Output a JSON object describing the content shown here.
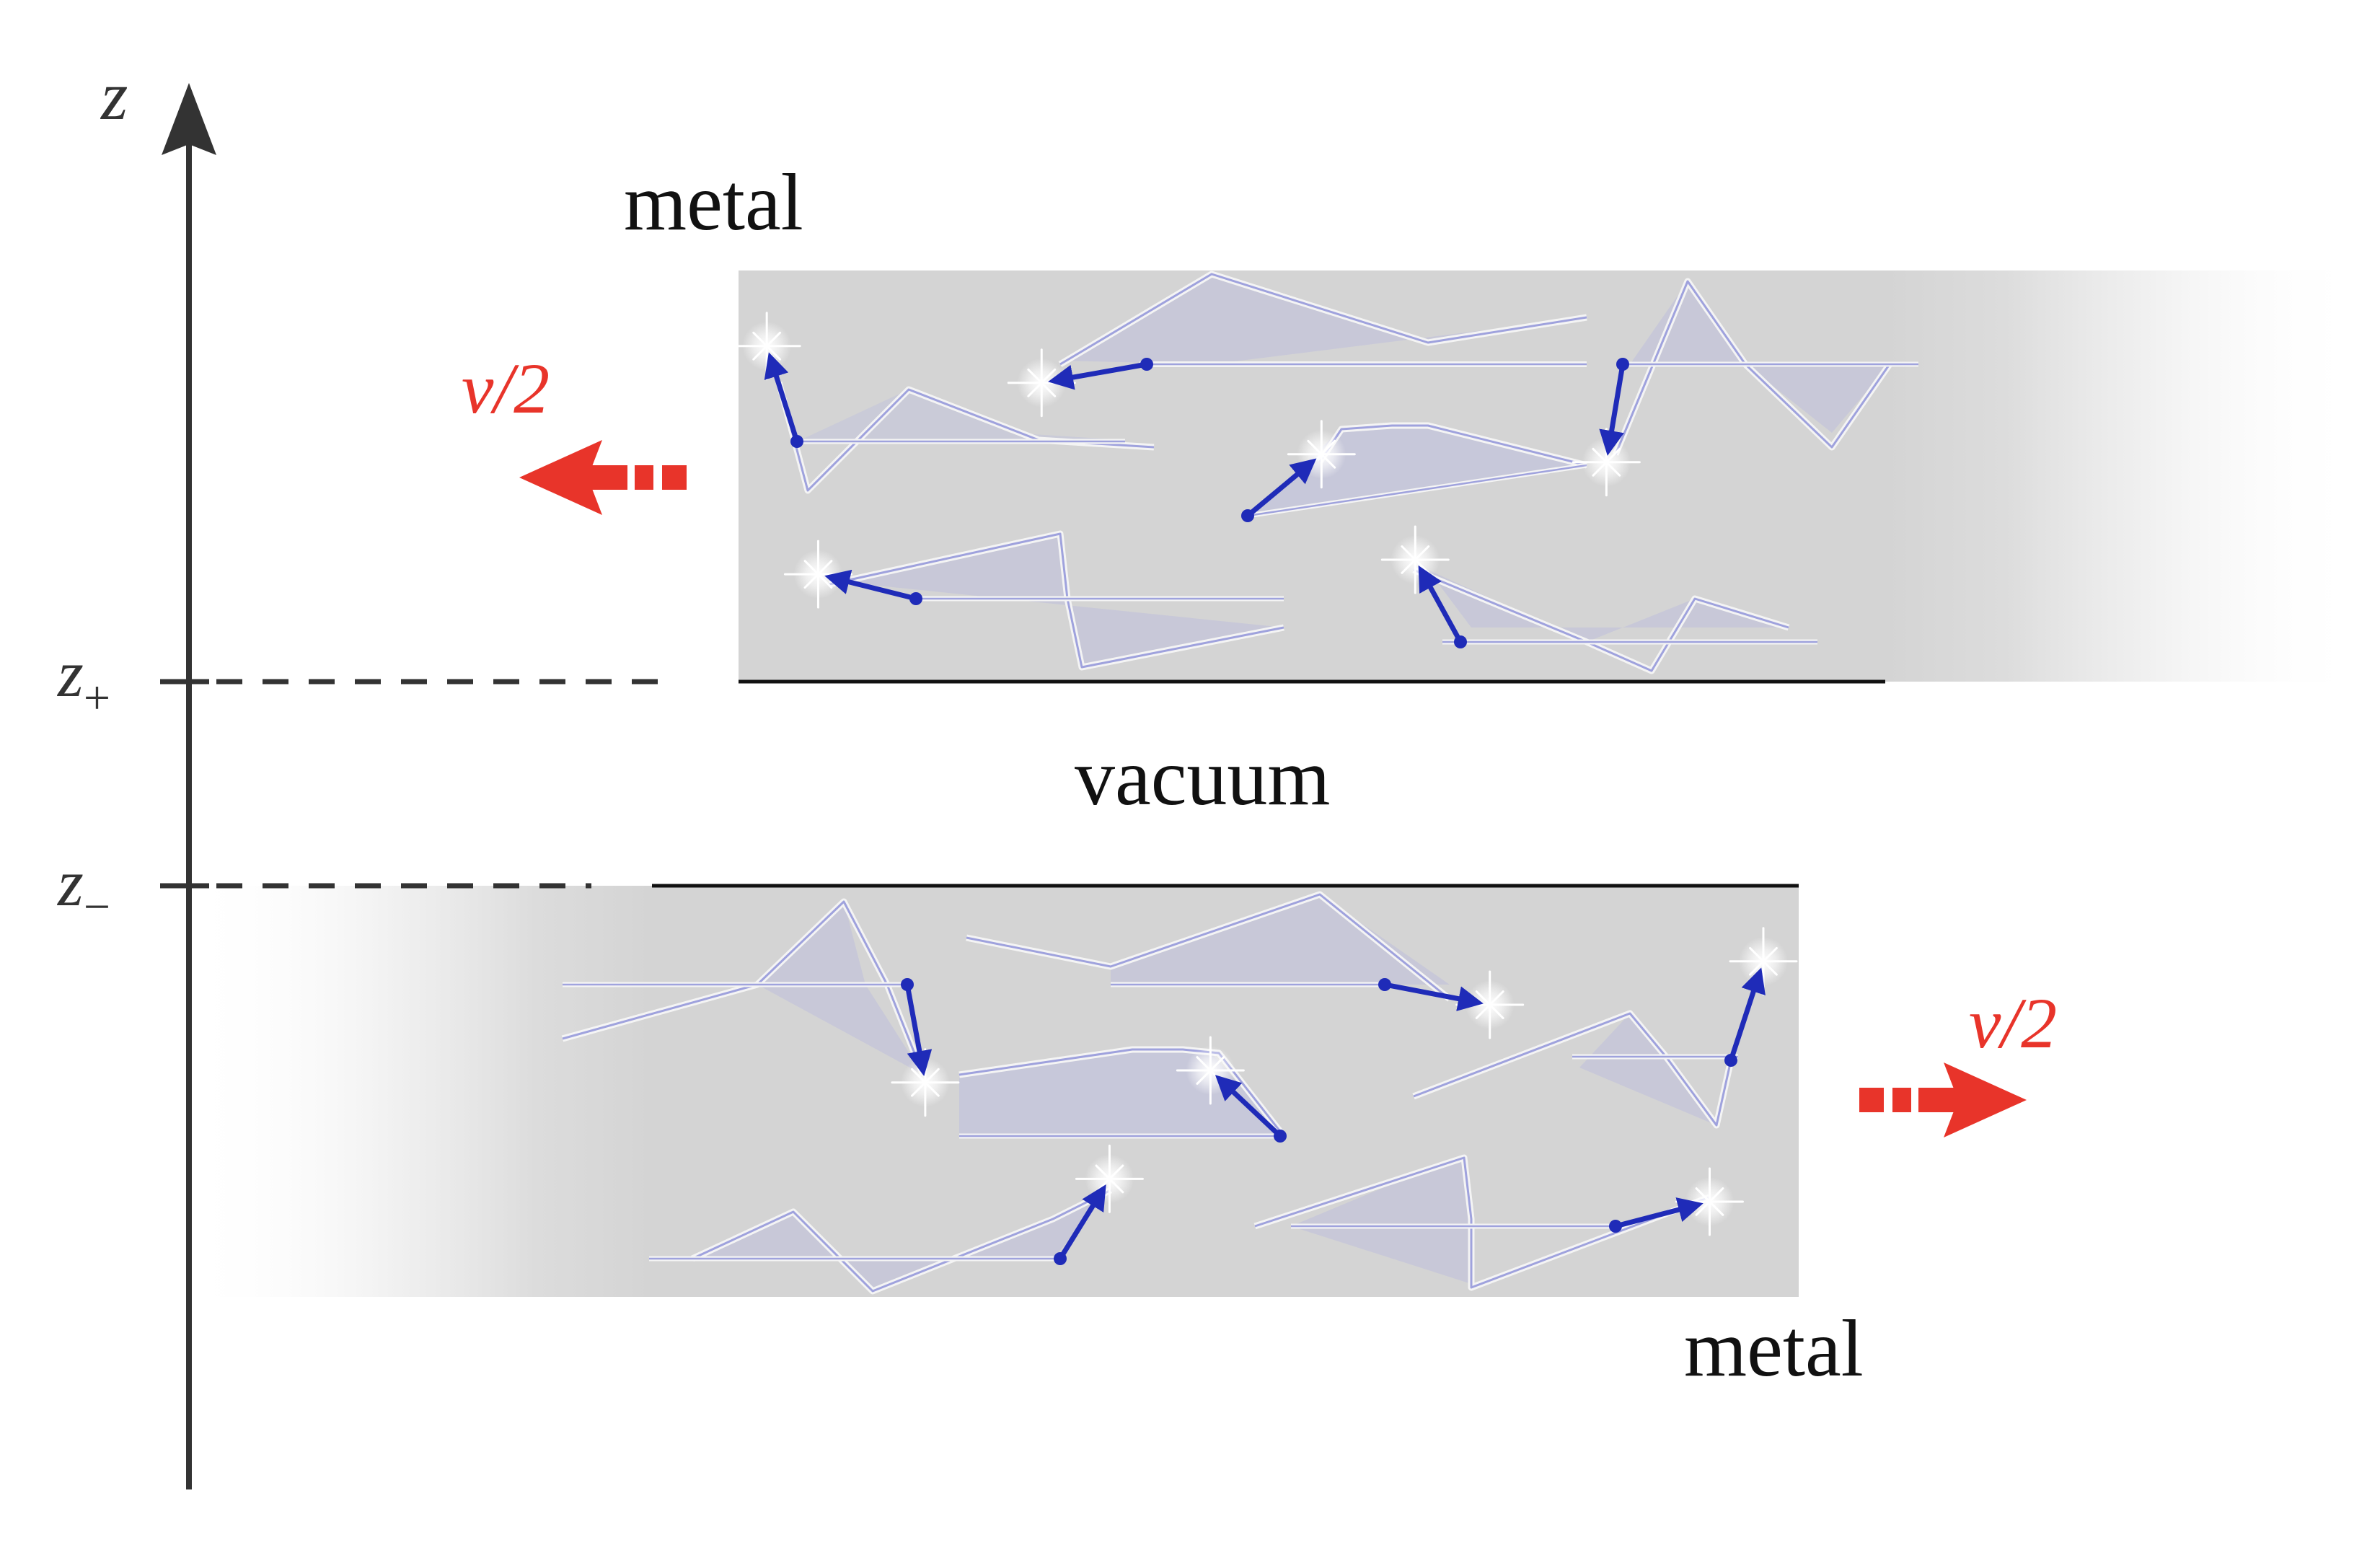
{
  "axis": {
    "label": "z",
    "ticks": [
      {
        "symbol": "z",
        "subscript": "+"
      },
      {
        "symbol": "z",
        "subscript": "−"
      }
    ]
  },
  "regions": {
    "top_metal_label": "metal",
    "vacuum_label": "vacuum",
    "bottom_metal_label": "metal"
  },
  "velocity": {
    "top_label": "v/2",
    "bottom_label": "v/2",
    "top_direction": "left",
    "bottom_direction": "right"
  },
  "colors": {
    "axis": "#333333",
    "metal_fill": "#d4d4d4",
    "velocity": "#e8342a",
    "dipole": "#1f2bb8",
    "trail": "#8e92e0",
    "text": "#111111"
  },
  "icons": {
    "dipole": "dipole-arrow-icon",
    "sparkle": "sparkle-icon",
    "velocity": "dashed-arrow-icon"
  }
}
